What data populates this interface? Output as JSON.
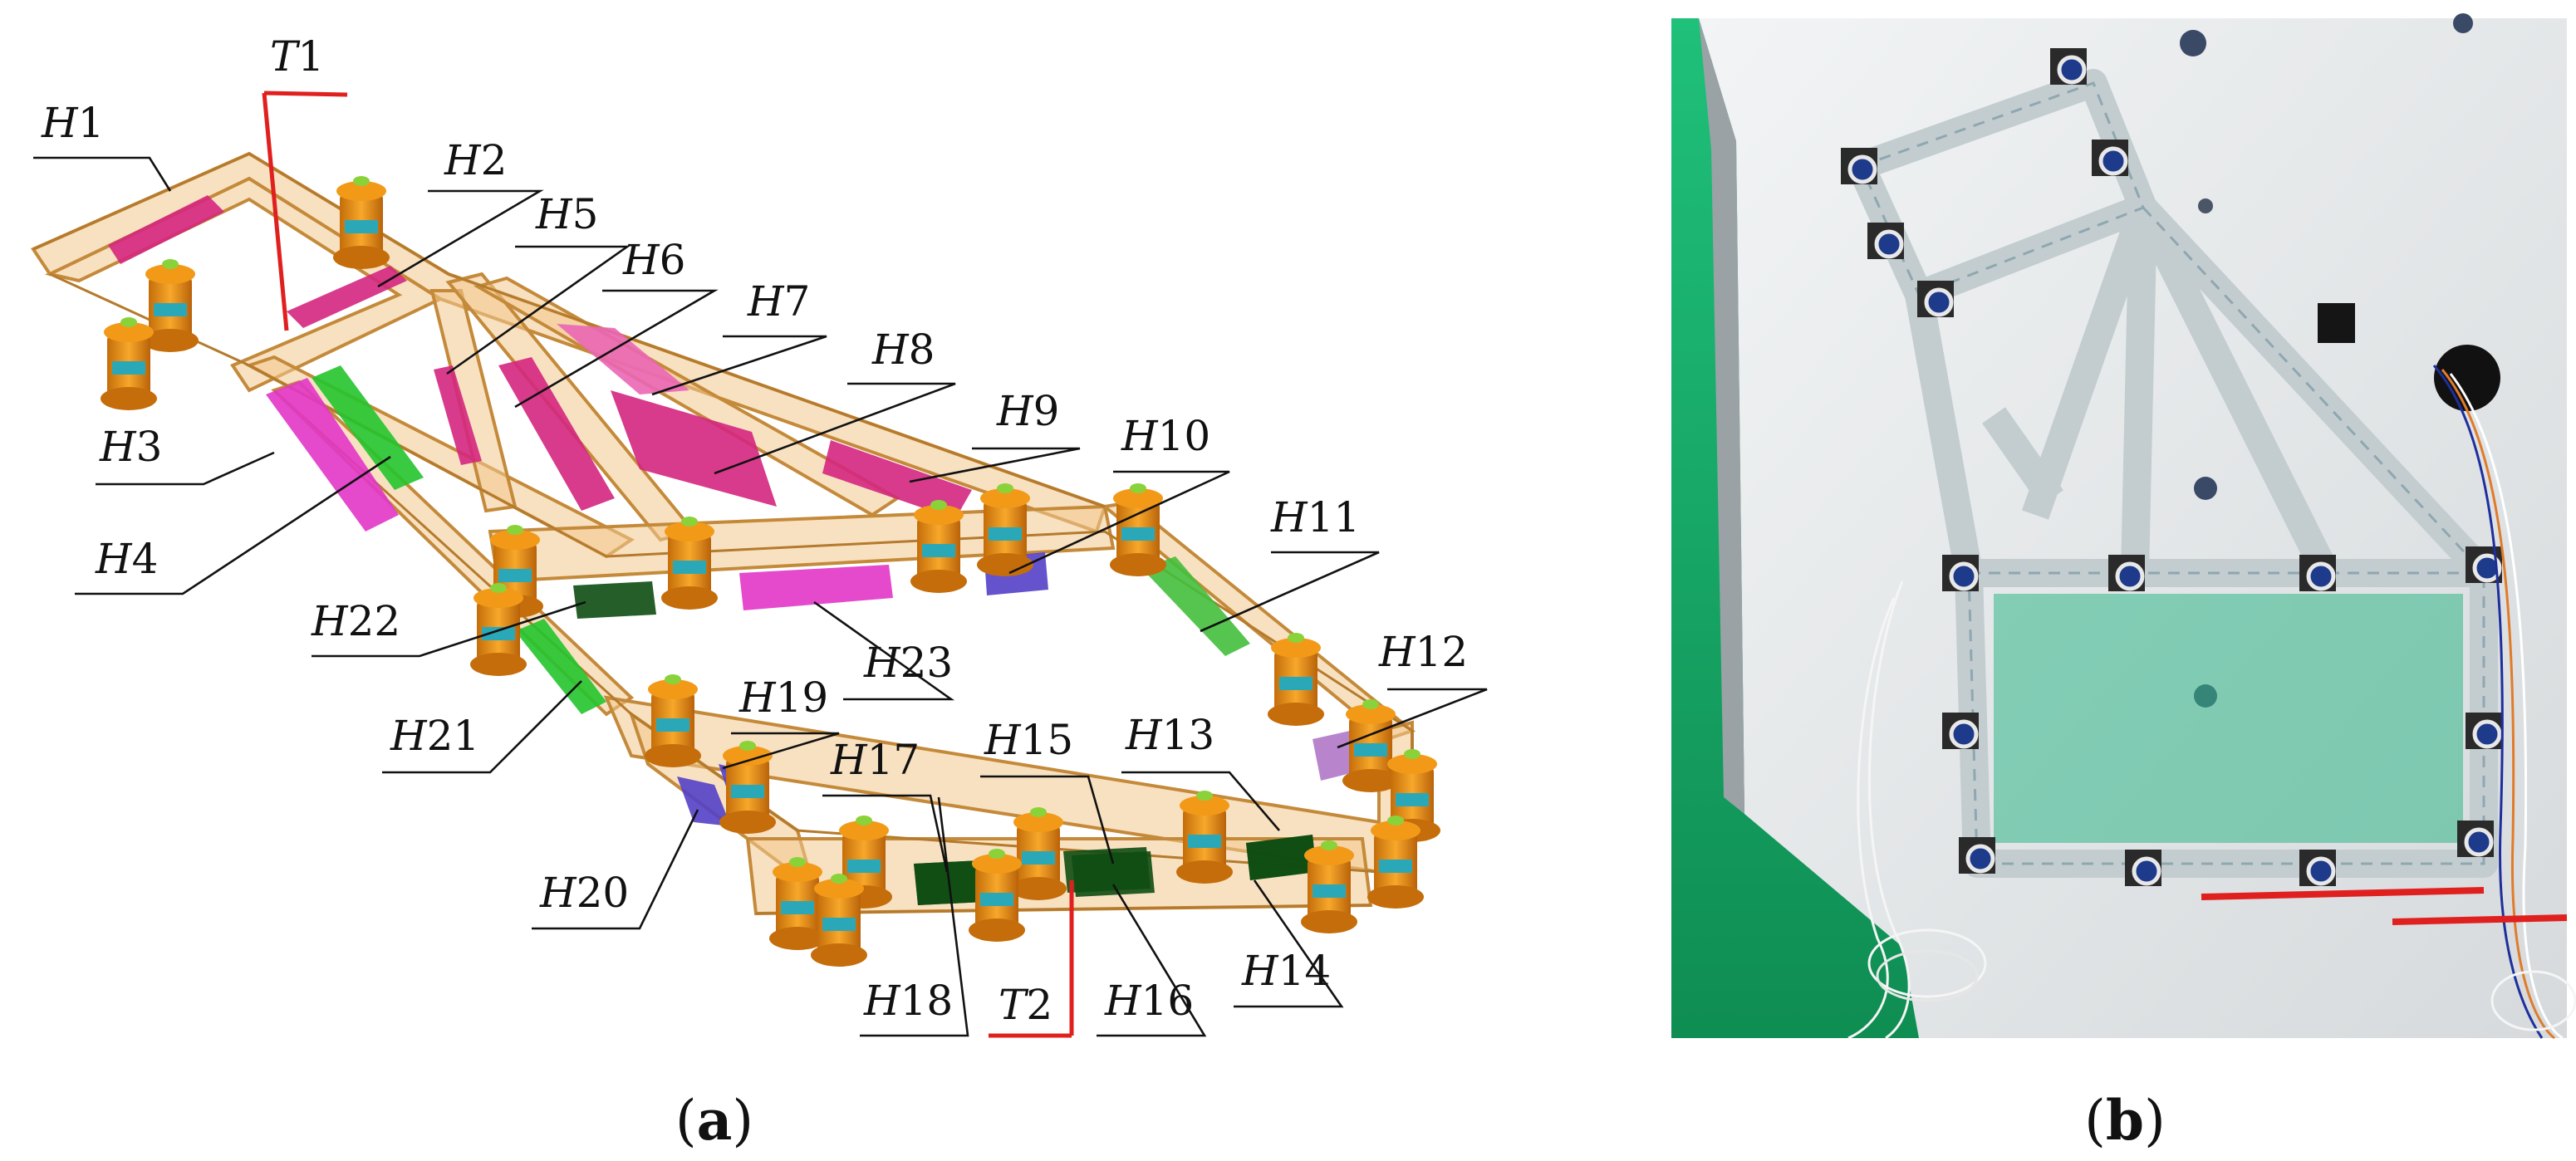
{
  "panel_a": {
    "caption": "(a)",
    "heaters": [
      {
        "id": "h1",
        "label": "H1",
        "color": "#d4267e"
      },
      {
        "id": "h2",
        "label": "H2",
        "color": "#d4267e"
      },
      {
        "id": "h3",
        "label": "H3",
        "color": "#e236c8"
      },
      {
        "id": "h4",
        "label": "H4",
        "color": "#23c42e"
      },
      {
        "id": "h5",
        "label": "H5",
        "color": "#d4267e"
      },
      {
        "id": "h6",
        "label": "H6",
        "color": "#d4267e"
      },
      {
        "id": "h7",
        "label": "H7",
        "color": "#ea66b4"
      },
      {
        "id": "h8",
        "label": "H8",
        "color": "#d4267e"
      },
      {
        "id": "h9",
        "label": "H9",
        "color": "#d4267e"
      },
      {
        "id": "h10",
        "label": "H10",
        "color": "#5340c8"
      },
      {
        "id": "h11",
        "label": "H11",
        "color": "#44bf3c"
      },
      {
        "id": "h12",
        "label": "H12",
        "color": "#b078c8"
      },
      {
        "id": "h13",
        "label": "H13",
        "color": "#0e4d12"
      },
      {
        "id": "h14",
        "label": "H14",
        "color": "#0e4d12"
      },
      {
        "id": "h15",
        "label": "H15",
        "color": "#0e4d12"
      },
      {
        "id": "h16",
        "label": "H16",
        "color": "#0e4d12"
      },
      {
        "id": "h17",
        "label": "H17",
        "color": "#0e4d12"
      },
      {
        "id": "h18",
        "label": "H18",
        "color": "#0e4d12"
      },
      {
        "id": "h19",
        "label": "H19",
        "color": "#5340c8"
      },
      {
        "id": "h20",
        "label": "H20",
        "color": "#5340c8"
      },
      {
        "id": "h21",
        "label": "H21",
        "color": "#23c42e"
      },
      {
        "id": "h22",
        "label": "H22",
        "color": "#0e4d12"
      },
      {
        "id": "h23",
        "label": "H23",
        "color": "#e236c8"
      }
    ],
    "sensors": [
      {
        "id": "t1",
        "label": "T1"
      },
      {
        "id": "t2",
        "label": "T2"
      }
    ],
    "colors": {
      "frame": "#f3c98e",
      "frame_edge": "#c48a3a",
      "bushing": "#f29a18",
      "bushing_dark": "#c46d0a",
      "sensor_line": "#e0201e"
    }
  },
  "panel_b": {
    "caption": "(b)",
    "colors": {
      "wall": "#e8ebec",
      "floor": "#18b36c",
      "foil": "#c3cdd0",
      "sensor_line": "#e0201e"
    }
  }
}
